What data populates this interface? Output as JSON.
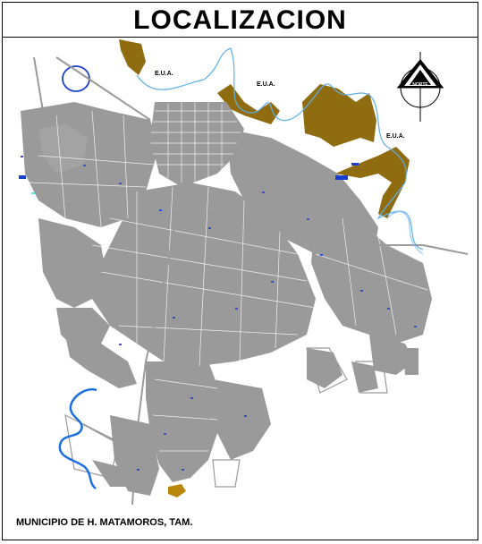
{
  "title": "LOCALIZACION",
  "footer": "MUNICIPIO DE H. MATAMOROS, TAM.",
  "border_labels": [
    "E.U.A.",
    "E.U.A.",
    "E.U.A."
  ],
  "compass": {
    "label": "NORTE",
    "icon": "north-arrow-icon"
  },
  "colors": {
    "streets": "#999999",
    "river_bank": "#8f6c10",
    "river": "#1e6fe0",
    "lagoon": "#9fd6ff",
    "water_body": "#1a3fcf",
    "canal": "#00e5e5"
  }
}
